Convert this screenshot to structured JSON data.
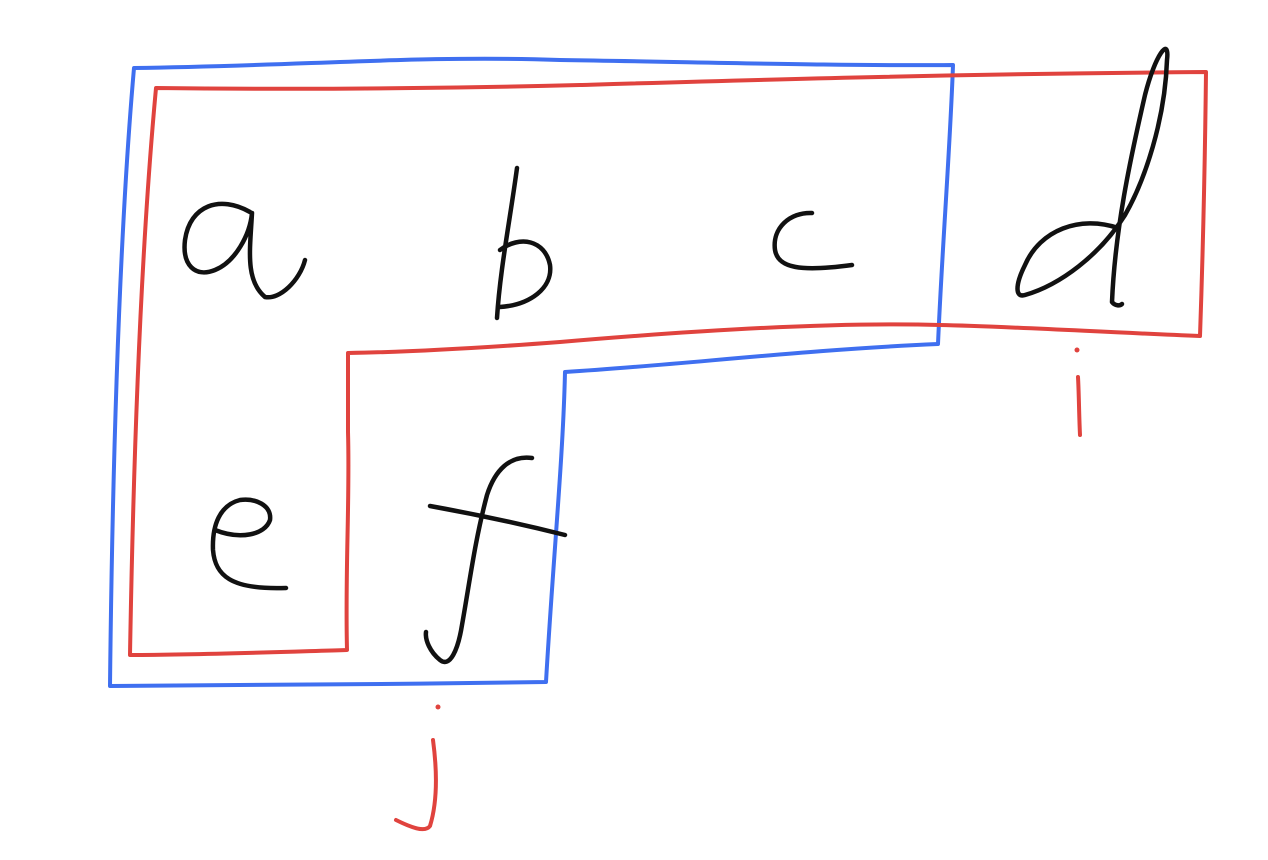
{
  "letters": {
    "a": "a",
    "b": "b",
    "c": "c",
    "d": "d",
    "e": "e",
    "f": "f"
  },
  "markers": {
    "i": "i",
    "j": "j"
  },
  "colors": {
    "blue_outline": "#3f6ff0",
    "red_outline": "#e0433e",
    "ink": "#111111",
    "background": "#ffffff"
  }
}
